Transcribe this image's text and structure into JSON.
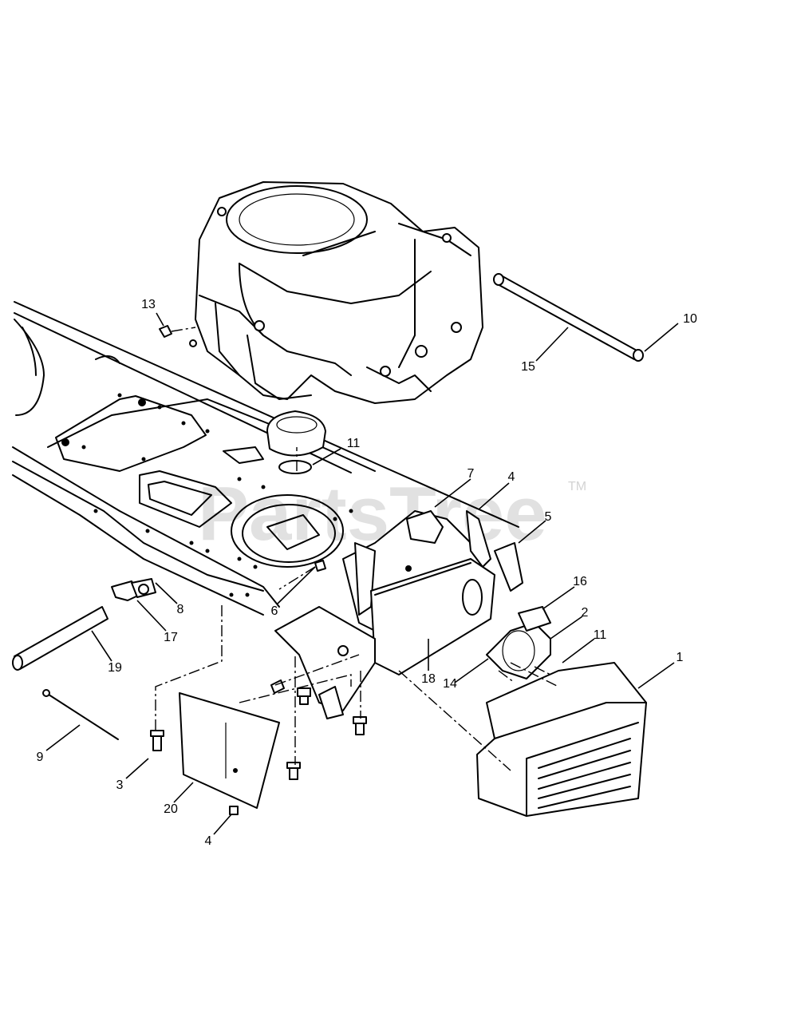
{
  "watermark": {
    "text": "PartsTree",
    "trademark": "TM"
  },
  "callouts": [
    {
      "id": "c13",
      "label": "13"
    },
    {
      "id": "c10",
      "label": "10"
    },
    {
      "id": "c15",
      "label": "15"
    },
    {
      "id": "c11a",
      "label": "11"
    },
    {
      "id": "c7",
      "label": "7"
    },
    {
      "id": "c4a",
      "label": "4"
    },
    {
      "id": "c5",
      "label": "5"
    },
    {
      "id": "c16",
      "label": "16"
    },
    {
      "id": "c2",
      "label": "2"
    },
    {
      "id": "c11b",
      "label": "11"
    },
    {
      "id": "c1",
      "label": "1"
    },
    {
      "id": "c6",
      "label": "6"
    },
    {
      "id": "c8",
      "label": "8"
    },
    {
      "id": "c17",
      "label": "17"
    },
    {
      "id": "c19",
      "label": "19"
    },
    {
      "id": "c18",
      "label": "18"
    },
    {
      "id": "c14",
      "label": "14"
    },
    {
      "id": "c9",
      "label": "9"
    },
    {
      "id": "c3",
      "label": "3"
    },
    {
      "id": "c20",
      "label": "20"
    },
    {
      "id": "c4b",
      "label": "4"
    }
  ]
}
